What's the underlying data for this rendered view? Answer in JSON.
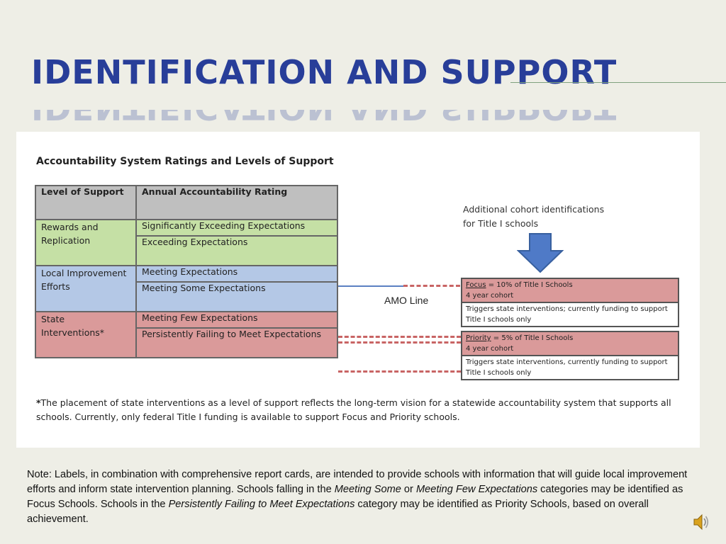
{
  "slide": {
    "title": "IDENTIFICATION AND SUPPORT"
  },
  "figure": {
    "title": "Accountability System Ratings and Levels of Support",
    "table": {
      "headers": [
        "Level of Support",
        "Annual Accountability Rating"
      ],
      "groups": [
        {
          "level": "Rewards and Replication",
          "ratings": [
            "Significantly Exceeding Expectations",
            "Exceeding Expectations"
          ]
        },
        {
          "level": "Local Improvement Efforts",
          "ratings": [
            "Meeting Expectations",
            "Meeting Some Expectations"
          ]
        },
        {
          "level": "State Interventions*",
          "ratings": [
            "Meeting Few Expectations",
            "Persistently Failing to Meet Expectations"
          ]
        }
      ]
    },
    "amo_label": "AMO Line",
    "cohort_note": [
      "Additional cohort identifications",
      "for Title I schools"
    ],
    "focus_box": {
      "keyword": "Focus",
      "line1_rest": " = 10% of Title I Schools",
      "line2": "4 year cohort",
      "desc1": "Triggers state interventions; currently funding to support",
      "desc2": "Title I schools only"
    },
    "priority_box": {
      "keyword": "Priority",
      "line1_rest": " = 5% of Title I Schools",
      "line2": "4 year cohort",
      "desc1": "Triggers state interventions, currently funding to support",
      "desc2": "Title I schools only"
    },
    "footnote_star": "*",
    "footnote": "The placement of state interventions as a level of support  reflects the long-term vision for a statewide accountability system that supports all schools. Currently, only federal Title I funding is available to support  Focus and Priority schools."
  },
  "note": {
    "p1": "Note: Labels, in combination with comprehensive report cards, are intended to provide schools with information that will guide local improvement efforts and inform state intervention planning. Schools falling in the ",
    "em1": "Meeting Some",
    "p2": " or ",
    "em2": "Meeting Few Expectations",
    "p3": " categories may be identified as Focus Schools. Schools in the ",
    "em3": "Persistently Failing to Meet Expectations",
    "p4": " category may be identified as Priority Schools, based on overall achievement."
  },
  "icons": {
    "speaker": "speaker-icon",
    "arrow": "arrow-down-icon"
  },
  "colors": {
    "title": "#283e99",
    "green": "#c5e0a5",
    "blue": "#b4c8e6",
    "red": "#da9a9a",
    "header": "#bfbfbf",
    "arrow": "#4f7ac7"
  }
}
